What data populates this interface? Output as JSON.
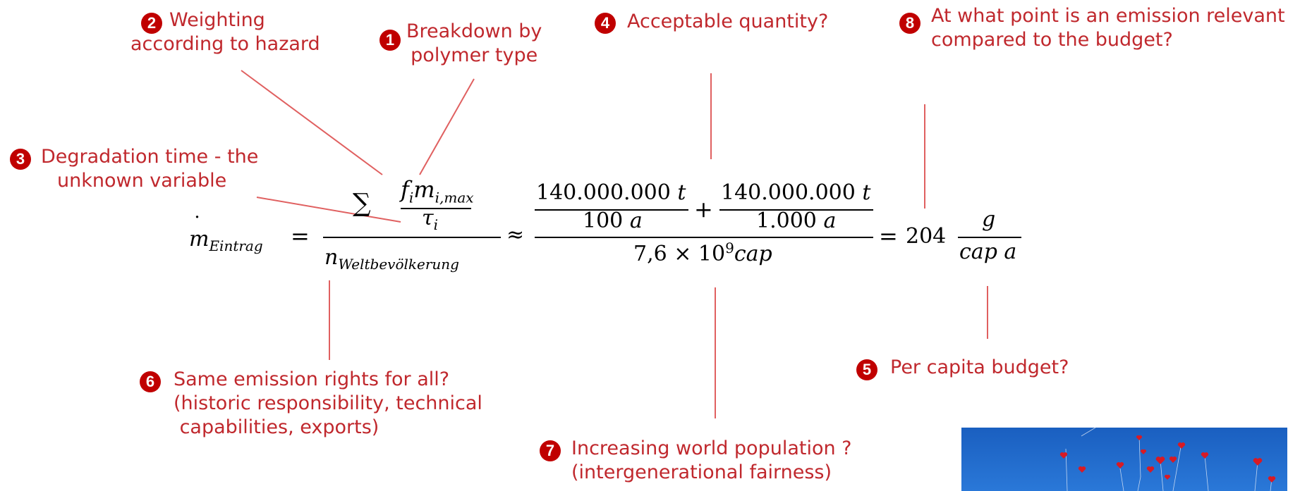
{
  "annotations": {
    "a1": {
      "num": "1",
      "lines": [
        "Breakdown by",
        "polymer type"
      ]
    },
    "a2": {
      "num": "2",
      "lines": [
        "Weighting",
        "according to hazard"
      ]
    },
    "a3": {
      "num": "3",
      "lines": [
        "Degradation time - the",
        "unknown variable"
      ]
    },
    "a4": {
      "num": "4",
      "lines": [
        "Acceptable quantity?"
      ]
    },
    "a5": {
      "num": "5",
      "lines": [
        "Per capita budget?"
      ]
    },
    "a6": {
      "num": "6",
      "lines": [
        "Same emission rights for all?",
        "(historic responsibility, technical",
        " capabilities, exports)"
      ]
    },
    "a7": {
      "num": "7",
      "lines": [
        "Increasing world population ?",
        "(intergenerational fairness)"
      ]
    },
    "a8": {
      "num": "8",
      "lines": [
        "At what point is an emission relevant",
        "compared to the budget?"
      ]
    }
  },
  "formula": {
    "lhs_symbol": "m",
    "lhs_dot": "˙",
    "lhs_subscript": "Eintrag",
    "equals": "=",
    "sum": "∑",
    "f": "f",
    "f_sub": "i",
    "m": "m",
    "m_sub": "i,max",
    "tau": "τ",
    "tau_sub": "i",
    "n": "n",
    "n_sub": "Weltbevölkerung",
    "approx": "≈",
    "num1_value": "140.000.000",
    "num1_unit": "t",
    "den1_value": "100",
    "den1_unit": "a",
    "plus": "+",
    "num2_value": "140.000.000",
    "num2_unit": "t",
    "den2_value": "1.000",
    "den2_unit": "a",
    "pop_mantissa": "7,6 × 10",
    "pop_exp": "9",
    "pop_unit": "cap",
    "equals2": "=",
    "result_value": "204",
    "result_unit_num": "g",
    "result_unit_den": "cap a"
  },
  "colors": {
    "annotation_text": "#c0282d",
    "badge": "#c00000",
    "leader_line": "#e06060",
    "sky": "#1a66c8",
    "balloon": "#d81a24"
  },
  "photo": {
    "subject": "red heart-shaped balloons in blue sky"
  }
}
